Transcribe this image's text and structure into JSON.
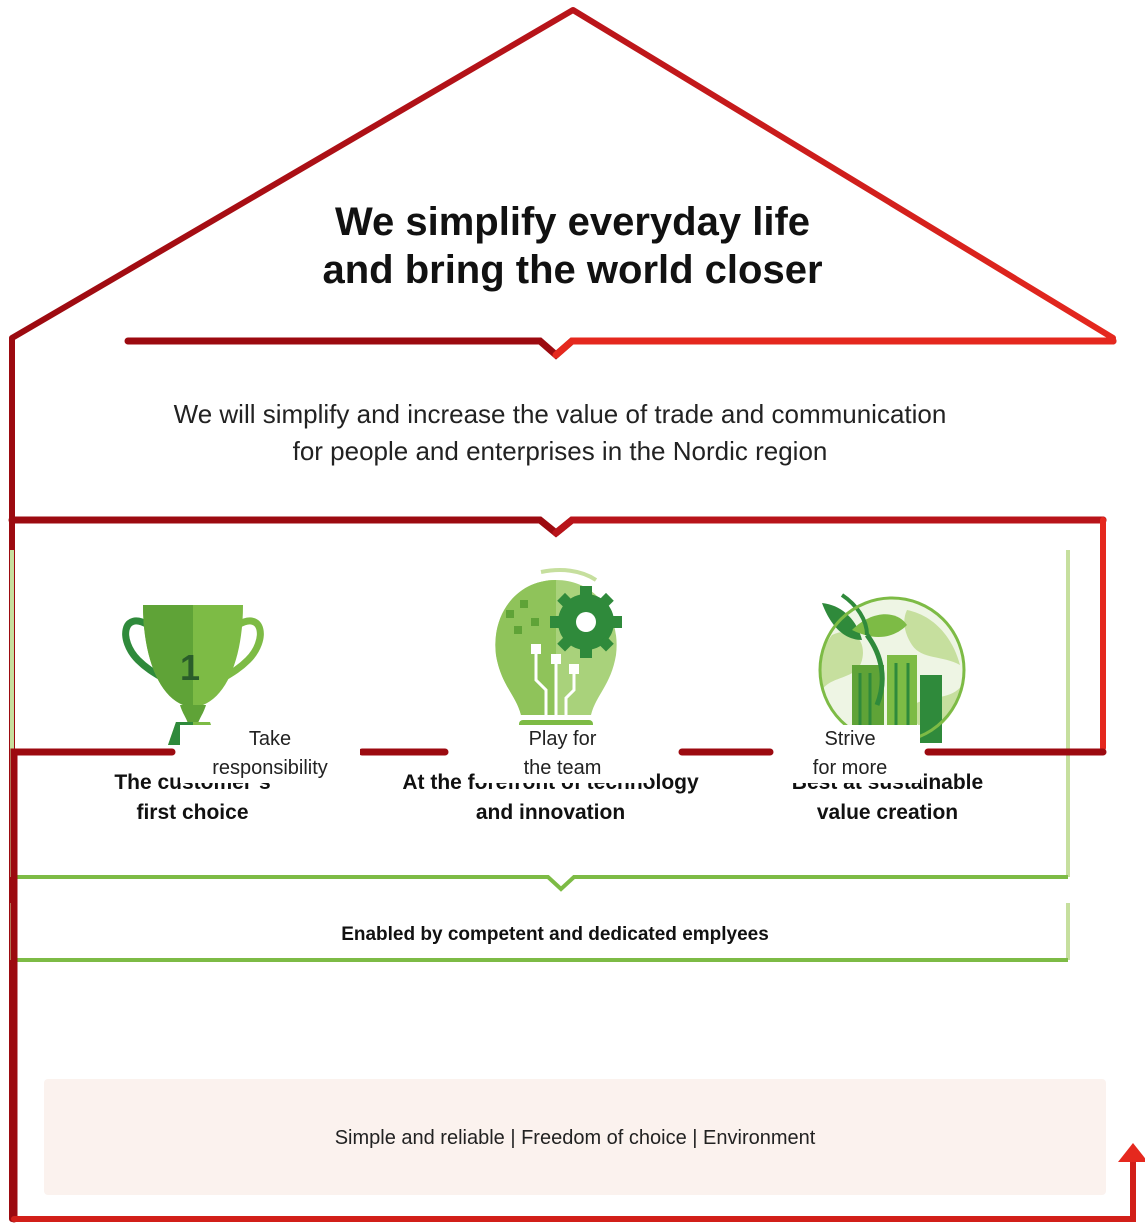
{
  "vision": {
    "line1": "We simplify everyday life",
    "line2": "and bring the world closer"
  },
  "mission": {
    "line1": "We will simplify and increase the value of trade and communication",
    "line2": "for people and enterprises in the Nordic region"
  },
  "pillars": [
    {
      "icon": "trophy-icon",
      "line1": "The customer´s",
      "line2": "first choice"
    },
    {
      "icon": "lightbulb-gear-icon",
      "line1": "At the forefront of technology",
      "line2": "and innovation"
    },
    {
      "icon": "globe-leaf-city-icon",
      "line1": "Best at sustainable",
      "line2": "value creation"
    }
  ],
  "enabler": "Enabled by competent and dedicated emplyees",
  "values": [
    {
      "line1": "Take",
      "line2": "responsibility"
    },
    {
      "line1": "Play for",
      "line2": "the team"
    },
    {
      "line1": "Strive",
      "line2": "for more"
    }
  ],
  "brand_promise": "Simple and reliable | Freedom of choice | Environment",
  "colors": {
    "dark_red": "#9c0a10",
    "bright_red": "#e5281e",
    "green": "#7dbb45",
    "light_green": "#c6df9e",
    "cream": "#fbf2ee"
  }
}
